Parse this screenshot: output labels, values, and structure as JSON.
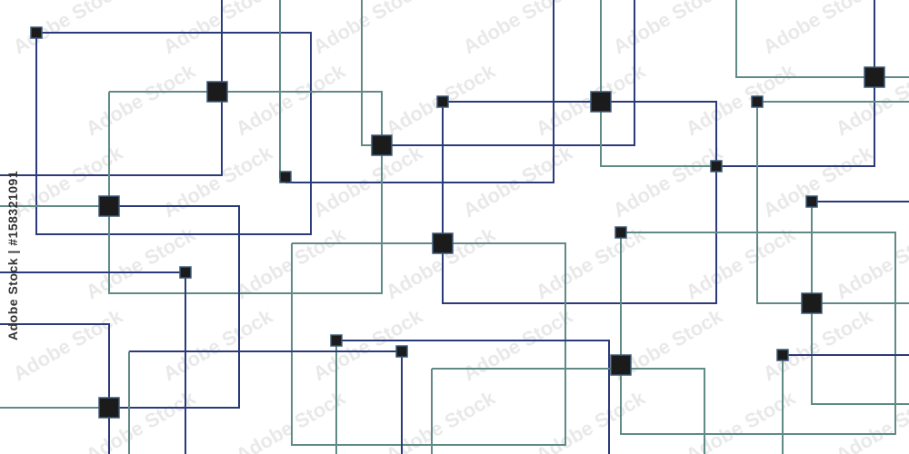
{
  "image": {
    "description_kind": "abstract circuit-style line network",
    "background_color": "#ffffff",
    "line_colors": {
      "navy": "#2b3a7a",
      "teal": "#5f8a86"
    },
    "node_color": "#1b1b1b",
    "node_border": "#3d5a7a"
  },
  "watermark": {
    "side_text": "Adobe Stock | #158321091",
    "tile_text": "Adobe Stock",
    "tile_color": "#e9e9e9"
  }
}
